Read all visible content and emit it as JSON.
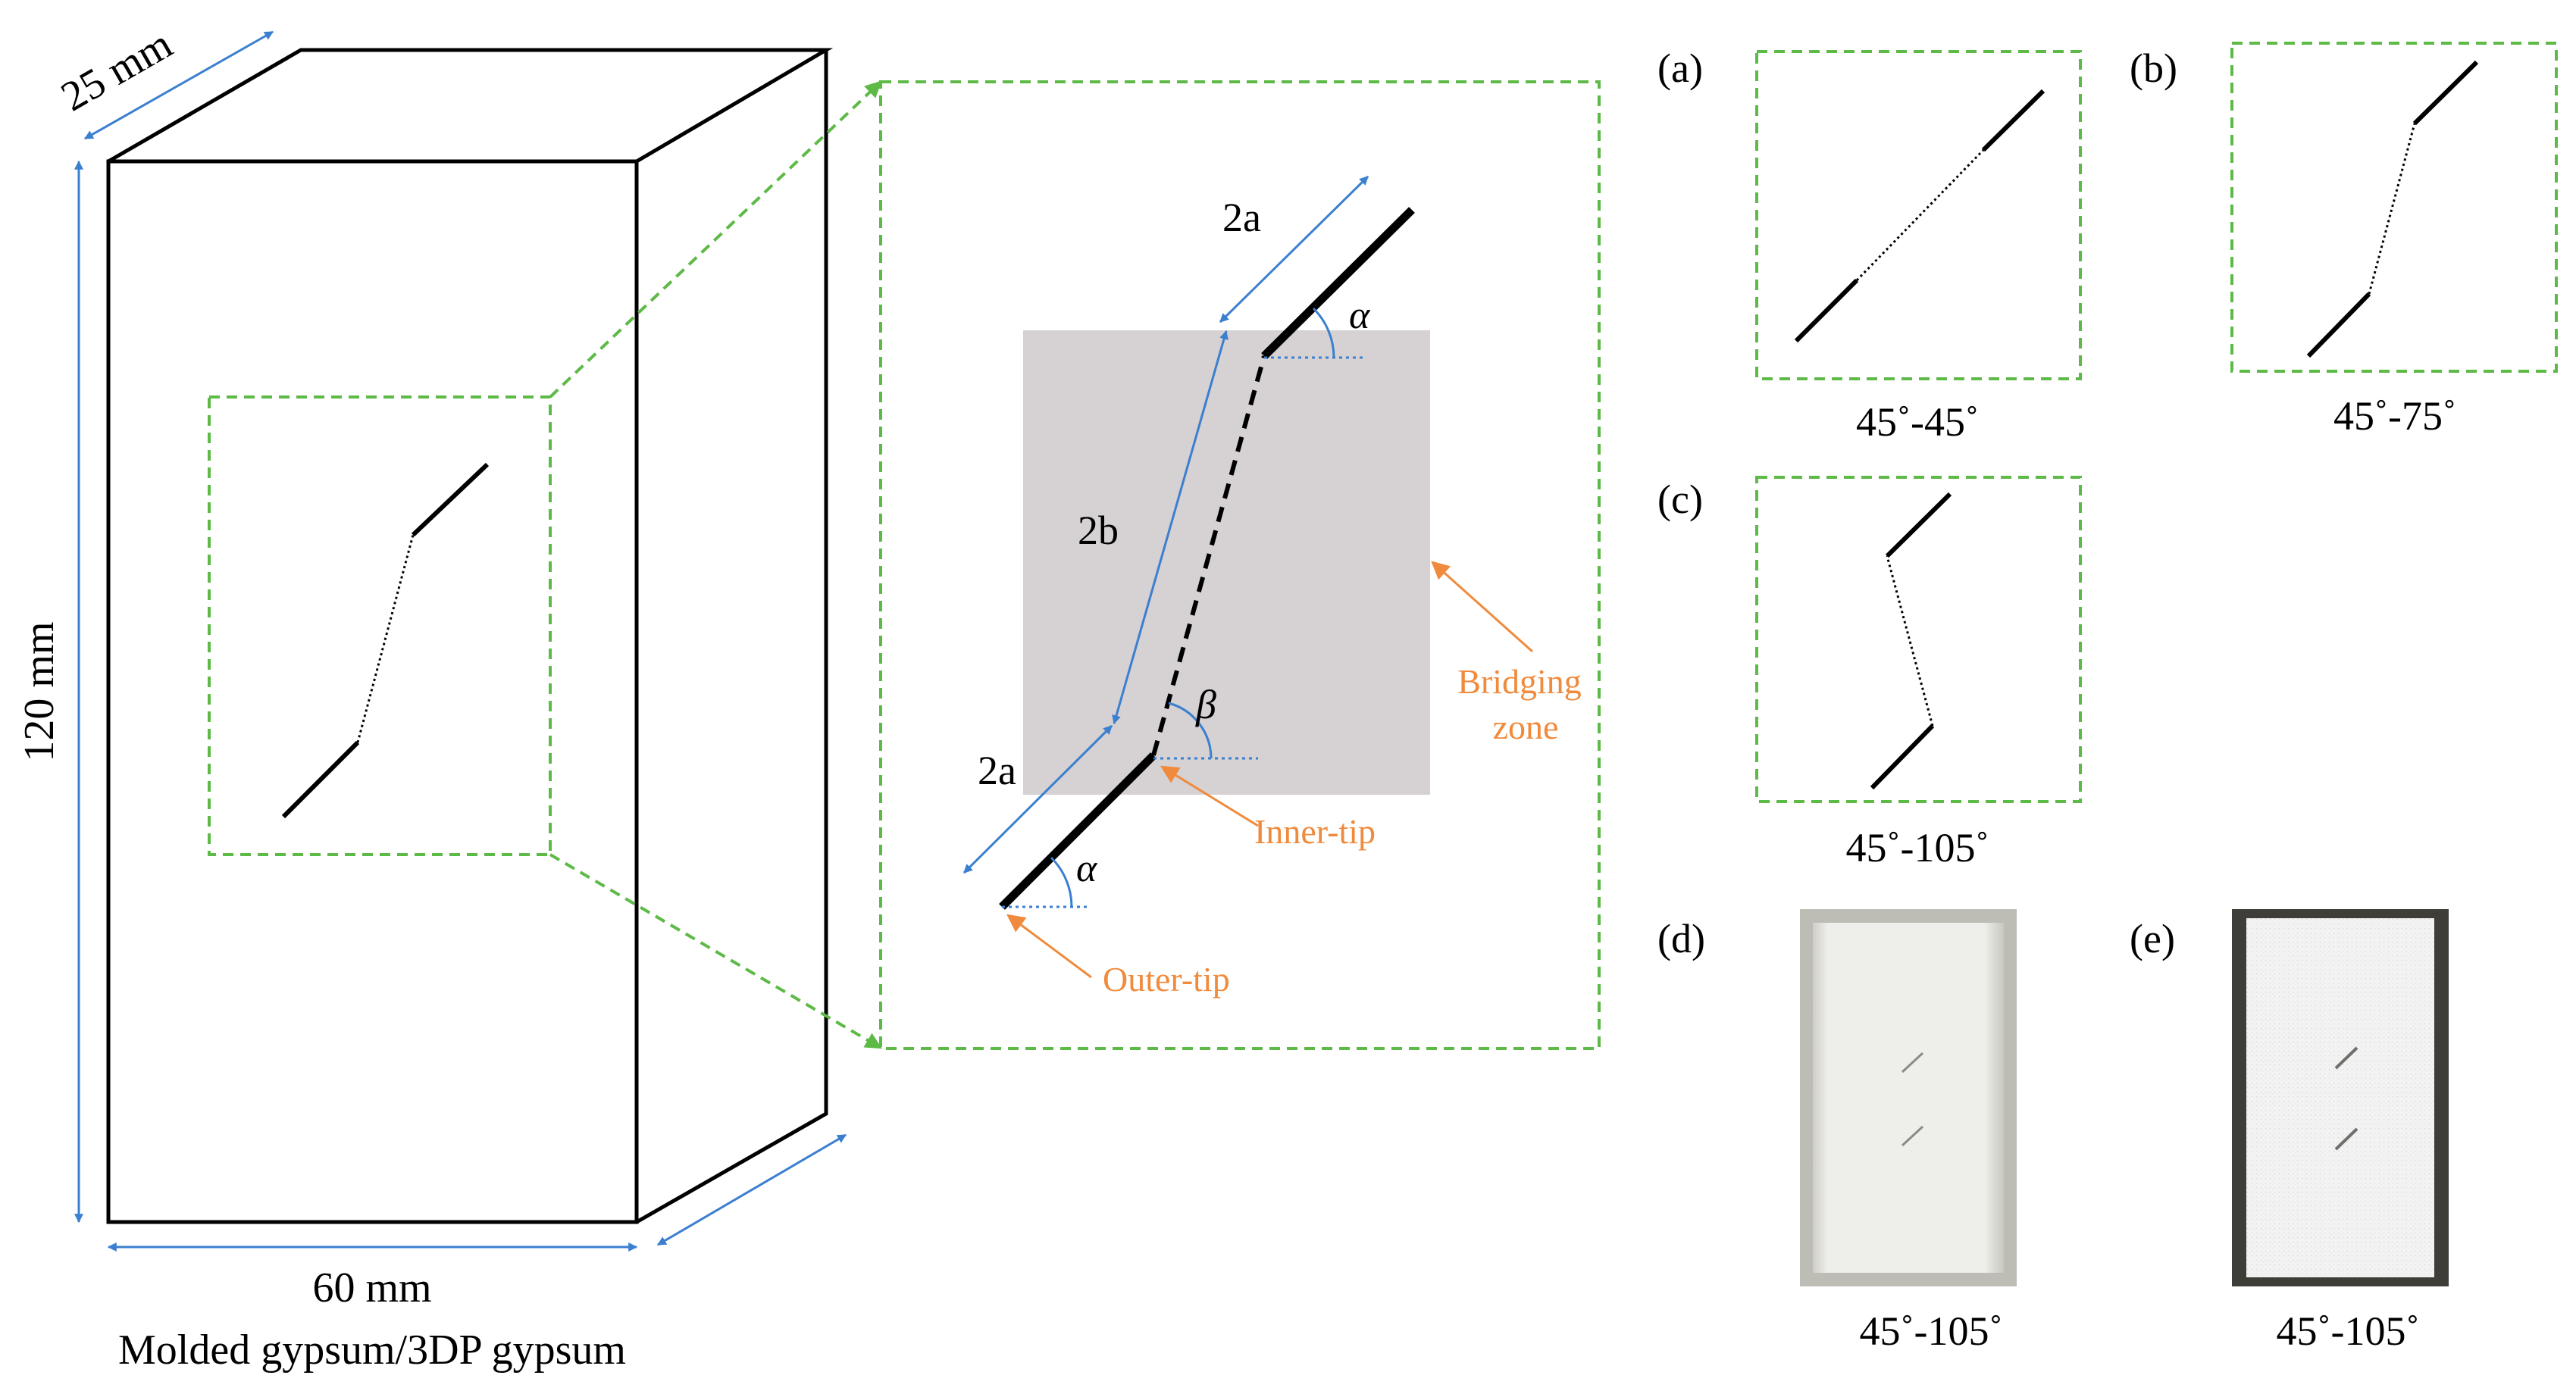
{
  "colors": {
    "dash_frame": "#5dba46",
    "dimension": "#3b7fd0",
    "annotation": "#f08a3c",
    "bridging_zone": "#d6d1d2",
    "crack": "#000000"
  },
  "specimen": {
    "depth_label": "25 mm",
    "height_label": "120 mm",
    "width_label": "60 mm",
    "caption": "Molded gypsum/3DP gypsum"
  },
  "detail": {
    "flaw_length_top": "2a",
    "flaw_length_bottom": "2a",
    "bridge_length": "2b",
    "angle_alpha": "α",
    "angle_beta": "β",
    "bridging_zone_line1": "Bridging",
    "bridging_zone_line2": "zone",
    "inner_tip": "Inner-tip",
    "outer_tip": "Outer-tip"
  },
  "panels": [
    {
      "letter": "(a)",
      "caption": "45˚-45˚"
    },
    {
      "letter": "(b)",
      "caption": "45˚-75˚"
    },
    {
      "letter": "(c)",
      "caption": "45˚-105˚"
    },
    {
      "letter": "(d)",
      "caption": "45˚-105˚"
    },
    {
      "letter": "(e)",
      "caption": "45˚-105˚"
    }
  ]
}
